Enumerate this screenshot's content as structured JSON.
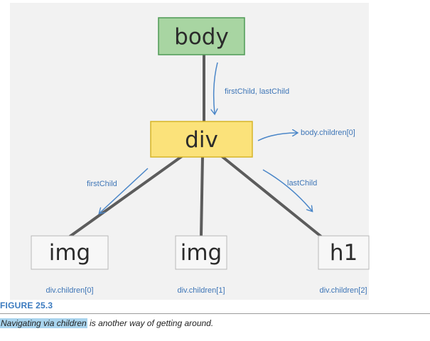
{
  "diagram": {
    "nodes": {
      "body": "body",
      "div": "div",
      "img1": "img",
      "img2": "img",
      "h1": "h1"
    },
    "edge_labels": {
      "body_to_div": "firstChild, lastChild",
      "div_to_body_children": "body.children[0]",
      "first_child": "firstChild",
      "last_child": "lastChild"
    },
    "child_labels": [
      "div.children[0]",
      "div.children[1]",
      "div.children[2]"
    ],
    "colors": {
      "body_fill": "#a8d5a2",
      "body_stroke": "#4e9a55",
      "div_fill": "#fbe27a",
      "div_stroke": "#d6b428",
      "leaf_fill": "#f7f7f7",
      "leaf_stroke": "#b8b8b8",
      "edge": "#5c5c5c",
      "arrow": "#4a86c8"
    }
  },
  "figure": {
    "number": "FIGURE 25.3",
    "caption_highlight": "Navigating via children",
    "caption_rest": " is another way of getting around."
  }
}
